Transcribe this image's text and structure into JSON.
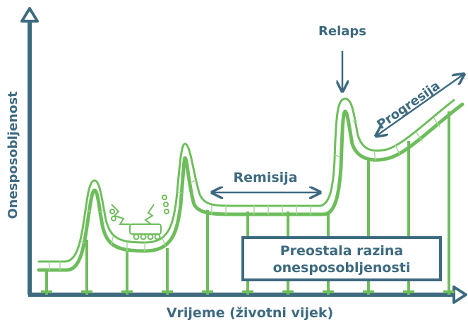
{
  "axes": {
    "y_label": "Onesposobljenost",
    "x_label": "Vrijeme (životni vijek)"
  },
  "annotations": {
    "relaps": "Relaps",
    "remisija": "Remisija",
    "progresija": "Progresija",
    "residual_line1": "Preostala razina",
    "residual_line2": "onesposobljenosti"
  },
  "colors": {
    "axis": "#3d6a80",
    "track": "#6ebd5c",
    "track_light": "#a7d99c",
    "box_border": "#3d6a80"
  }
}
